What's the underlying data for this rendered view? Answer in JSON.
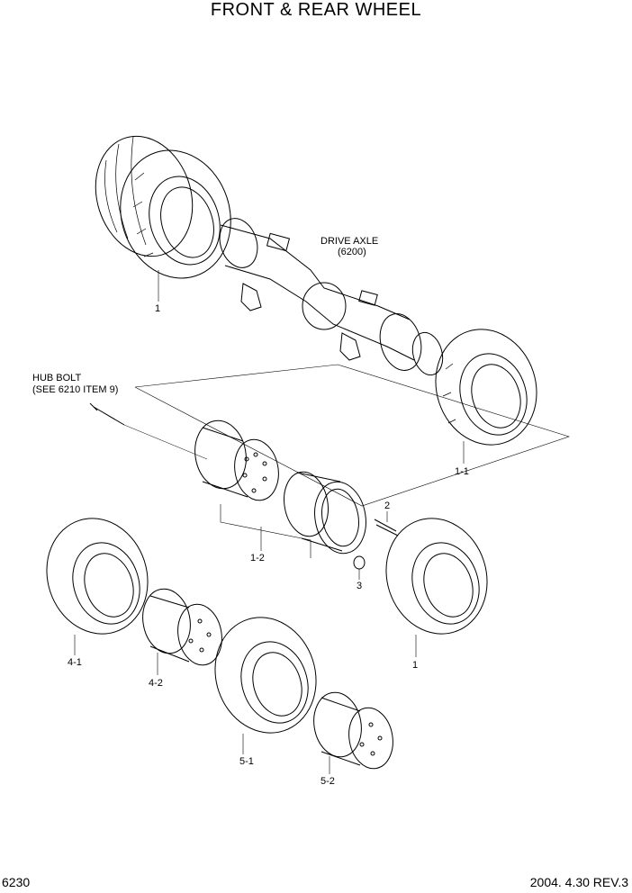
{
  "title": "FRONT & REAR WHEEL",
  "callouts": {
    "drive_axle_line1": "DRIVE AXLE",
    "drive_axle_line2": "(6200)",
    "hub_bolt_line1": "HUB BOLT",
    "hub_bolt_line2": "(SEE 6210 ITEM 9)",
    "item_1_upper": "1",
    "item_1_1": "1-1",
    "item_1_2": "1-2",
    "item_2": "2",
    "item_3": "3",
    "item_1_lower": "1",
    "item_4_1": "4-1",
    "item_4_2": "4-2",
    "item_5_1": "5-1",
    "item_5_2": "5-2"
  },
  "footer": {
    "page_number": "6230",
    "revision": "2004. 4.30 REV.3"
  },
  "colors": {
    "line": "#000000",
    "background": "#ffffff"
  }
}
